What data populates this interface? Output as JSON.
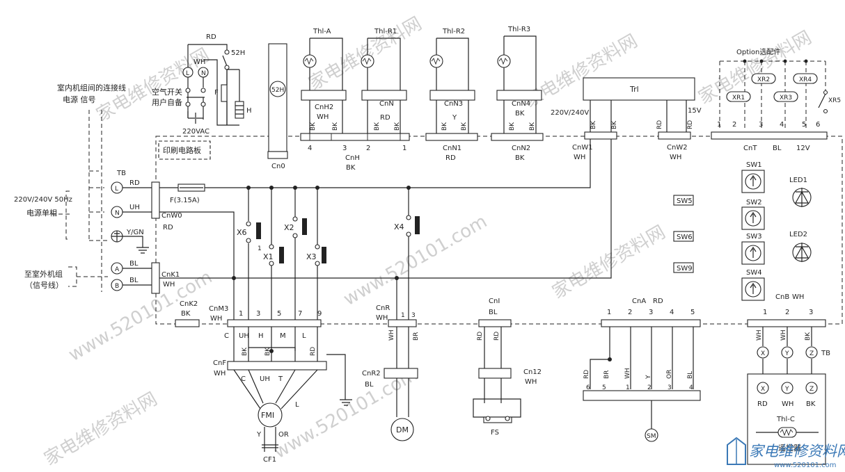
{
  "watermarks": [
    "家电维修资料网",
    "www.520101.com",
    "家电维修资料网",
    "www.520101.com",
    "家电维修资料网",
    "家电维修资料网",
    "www.520101.com",
    "家电维修资料网",
    "家电维修资料网"
  ],
  "left": {
    "indoor_link": "室内机组间的连接线",
    "power_signal": "电源  信号",
    "supply": "220V/240V 50Hz",
    "single_phase": "电源单相",
    "outdoor": "至室外机组",
    "signal_line": "（信号线）",
    "TB": "TB",
    "L": "L",
    "N": "N",
    "A": "A",
    "B": "B",
    "RD": "RD",
    "UH": "UH",
    "YGN": "Y/GN",
    "BL1": "BL",
    "BL2": "BL"
  },
  "top": {
    "RD": "RD",
    "H52": "52H",
    "WH": "WH",
    "L": "L",
    "N": "N",
    "air_switch": "空气开关",
    "user_supplied": "用户自备",
    "ac": "220VAC",
    "F": "F",
    "H": "H",
    "motor52": "52H",
    "cn0": "Cn0",
    "pcb": "印刷电路板"
  },
  "thermistors": [
    {
      "name": "Thl-A",
      "cn": "CnH2",
      "color": "WH"
    },
    {
      "name": "Thl-R1",
      "cn": "CnN",
      "color": "RD"
    },
    {
      "name": "Thl-R2",
      "cn": "CnN3",
      "color": "Y"
    },
    {
      "name": "Thl-R3",
      "cn": "CnN4",
      "color": "BK"
    }
  ],
  "bk": "BK",
  "cn_row": {
    "n4": "4",
    "n3": "3",
    "n2": "2",
    "n1": "1",
    "cnh": "CnH",
    "cnh_c": "BK",
    "cnn1": "CnN1",
    "cnn1_c": "RD",
    "cnn2": "CnN2",
    "cnn2_c": "BK"
  },
  "trl": {
    "name": "Trl",
    "in": "220V/240V",
    "out": "15V",
    "cnw1": "CnW1",
    "cnw1_c": "WH",
    "cnw2": "CnW2",
    "cnw2_c": "WH",
    "RD": "RD"
  },
  "option": {
    "title": "Option选配件",
    "xr": [
      "XR1",
      "XR2",
      "XR3",
      "XR4",
      "XR5"
    ],
    "pins": [
      "1",
      "2",
      "3",
      "4",
      "5",
      "6"
    ],
    "cnt": "CnT",
    "bl": "BL",
    "v12": "12V"
  },
  "fuse": "F(3.15A)",
  "cnw0": "CnW0",
  "cnw0_c": "RD",
  "cnk1": "CnK1",
  "cnk1_c": "WH",
  "cnk2": "CnK2",
  "cnk2_c": "BK",
  "cnm3": "CnM3",
  "cnm3_c": "WH",
  "relays": [
    "X6",
    "X2",
    "X1",
    "X3",
    "X4"
  ],
  "dot": "1",
  "sw_mid": [
    "SW5",
    "SW6",
    "SW9"
  ],
  "sw_right": [
    "SW1",
    "SW2",
    "SW3",
    "SW4"
  ],
  "leds": [
    "LED1",
    "LED2"
  ],
  "cnm3_pins": [
    "1",
    "3",
    "5",
    "7",
    "9"
  ],
  "fm": {
    "wires": [
      "C",
      "UH",
      "H",
      "M",
      "L"
    ],
    "colors": [
      "BK",
      "BK",
      "RD"
    ],
    "cnf": "CnF",
    "cnf_c": "WH",
    "lead": [
      "C",
      "UH",
      "T",
      "L"
    ],
    "name": "FMI",
    "y": "Y",
    "or": "OR",
    "cf": "CF1"
  },
  "dm": {
    "cnr": "CnR",
    "cnr_c": "WH",
    "p1": "1",
    "p3": "3",
    "c1": "WH",
    "c2": "BR",
    "cnr2": "CnR2",
    "cnr2_c": "BL",
    "name": "DM"
  },
  "fs": {
    "cni": "CnI",
    "cni_c": "BL",
    "c1": "RD",
    "c2": "RD",
    "cn12": "Cn12",
    "cn12_c": "WH",
    "name": "FS"
  },
  "sm": {
    "cna": "CnA",
    "cna_c": "RD",
    "top": [
      "1",
      "2",
      "3",
      "4",
      "5"
    ],
    "wires": [
      "RD",
      "BR",
      "WH",
      "Y",
      "OR",
      "BL"
    ],
    "bottom": [
      "6",
      "5",
      "1",
      "2",
      "3",
      "4"
    ],
    "name": "SM"
  },
  "remote": {
    "cnb": "CnB",
    "cnb_c": "WH",
    "pins": [
      "1",
      "2",
      "3"
    ],
    "wires": [
      "WH",
      "WH",
      "BK"
    ],
    "tb": [
      "X",
      "Y",
      "Z"
    ],
    "TB": "TB",
    "inner": [
      "X",
      "Y",
      "Z"
    ],
    "colors": [
      "RD",
      "WH",
      "BK"
    ],
    "th": "Thl-C",
    "name": "遥控器"
  },
  "logo": {
    "text": "家电维修资料网",
    "url": "www.520101.com"
  }
}
